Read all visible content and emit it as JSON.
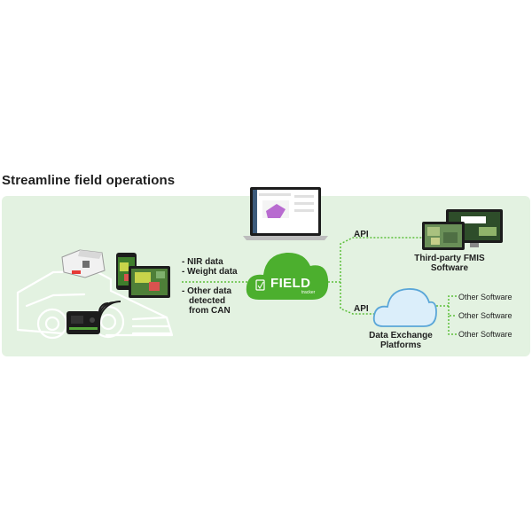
{
  "title": "Streamline field operations",
  "data_items": [
    "- NIR data",
    "- Weight data",
    "- Other data",
    "detected",
    "from CAN"
  ],
  "cloud_logo": {
    "main": "FIELD",
    "sub": "tracker"
  },
  "api_labels": [
    "API",
    "API"
  ],
  "fmis_label": [
    "Third-party FMIS",
    "Software"
  ],
  "exchange_label": [
    "Data Exchange",
    "Platforms"
  ],
  "other_software": [
    "Other Software",
    "Other Software",
    "Other Software"
  ],
  "colors": {
    "panel": "#e3f2e1",
    "green": "#4caf2e",
    "dots": "#5cbf3a",
    "light_blue": "#dbeefa"
  }
}
